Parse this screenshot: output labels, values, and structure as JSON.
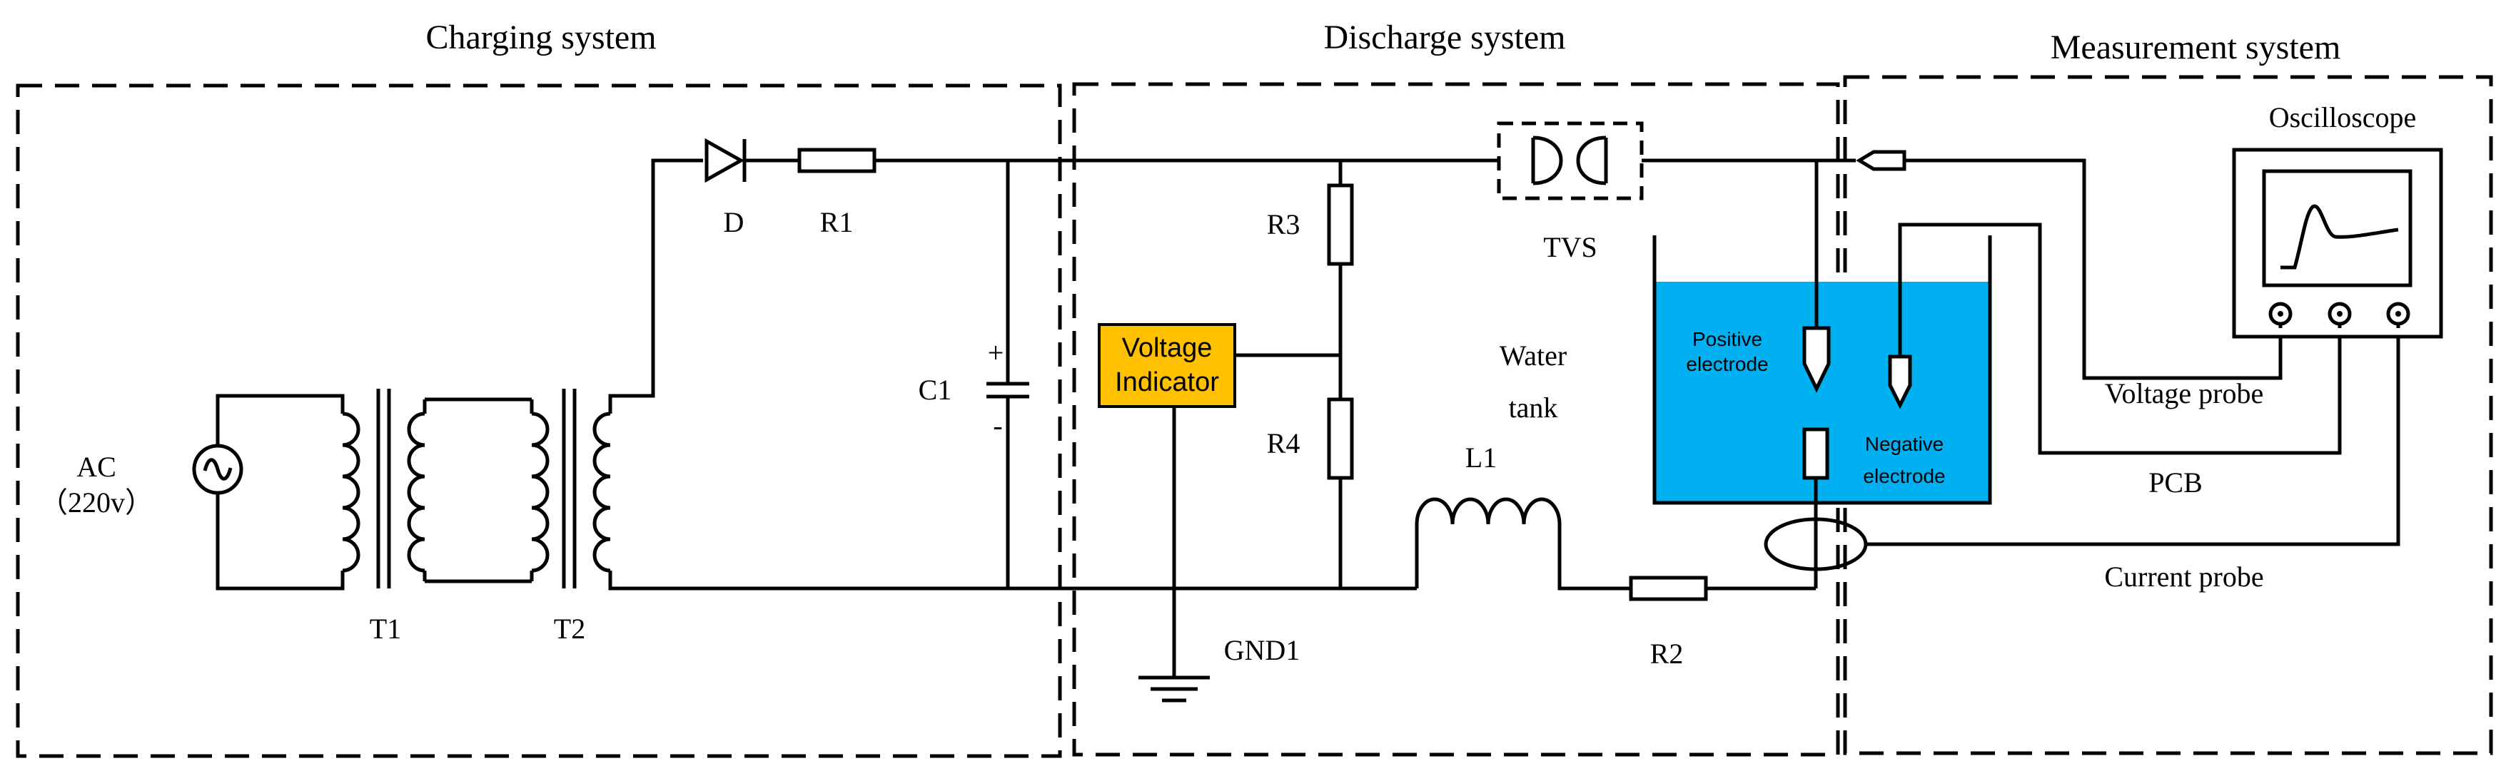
{
  "sections": {
    "charging": "Charging system",
    "discharge": "Discharge system",
    "measurement": "Measurement system"
  },
  "components": {
    "ac_line1": "AC",
    "ac_line2": "（220v）",
    "t1": "T1",
    "t2": "T2",
    "d": "D",
    "r1": "R1",
    "c1": "C1",
    "c1_plus": "+",
    "c1_minus": "-",
    "r3": "R3",
    "r4": "R4",
    "voltage_indicator_line1": "Voltage",
    "voltage_indicator_line2": "Indicator",
    "gnd1": "GND1",
    "tvs": "TVS",
    "water_tank_line1": "Water",
    "water_tank_line2": "tank",
    "l1": "L1",
    "r2": "R2",
    "positive_electrode_line1": "Positive",
    "positive_electrode_line2": "electrode",
    "negative_electrode_line1": "Negative",
    "negative_electrode_line2": "electrode",
    "oscilloscope": "Oscilloscope",
    "voltage_probe": "Voltage probe",
    "pcb": "PCB",
    "current_probe": "Current probe"
  },
  "colors": {
    "voltage_indicator": "#FFC000",
    "water": "#00B0F0",
    "wire": "#000000"
  }
}
